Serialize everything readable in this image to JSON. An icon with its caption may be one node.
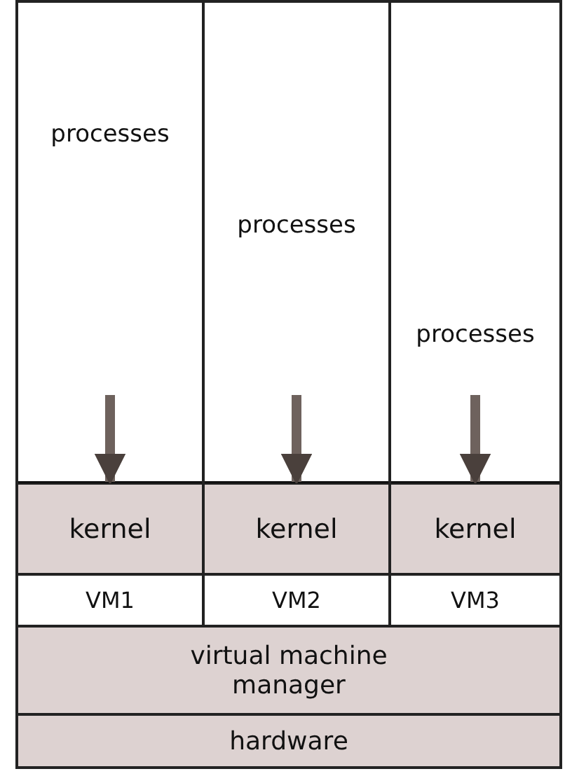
{
  "diagram": {
    "nodes": [
      {
        "text": [
          "processes"
        ]
      },
      {
        "text": [
          "processes"
        ]
      },
      {
        "text": [
          "processes"
        ]
      },
      {
        "text": [
          "kernel"
        ]
      },
      {
        "text": [
          "kernel"
        ]
      },
      {
        "text": [
          "kernel"
        ]
      },
      {
        "text": [
          "VM1"
        ]
      },
      {
        "text": [
          "VM2"
        ]
      },
      {
        "text": [
          "VM3"
        ]
      },
      {
        "text": [
          "virtual machine manager"
        ]
      },
      {
        "text": [
          "hardware"
        ]
      }
    ],
    "edges": [
      {
        "from": 0,
        "to": 3,
        "arrow": "to"
      },
      {
        "from": 1,
        "to": 4,
        "arrow": "to"
      },
      {
        "from": 2,
        "to": 5,
        "arrow": "to"
      }
    ]
  }
}
